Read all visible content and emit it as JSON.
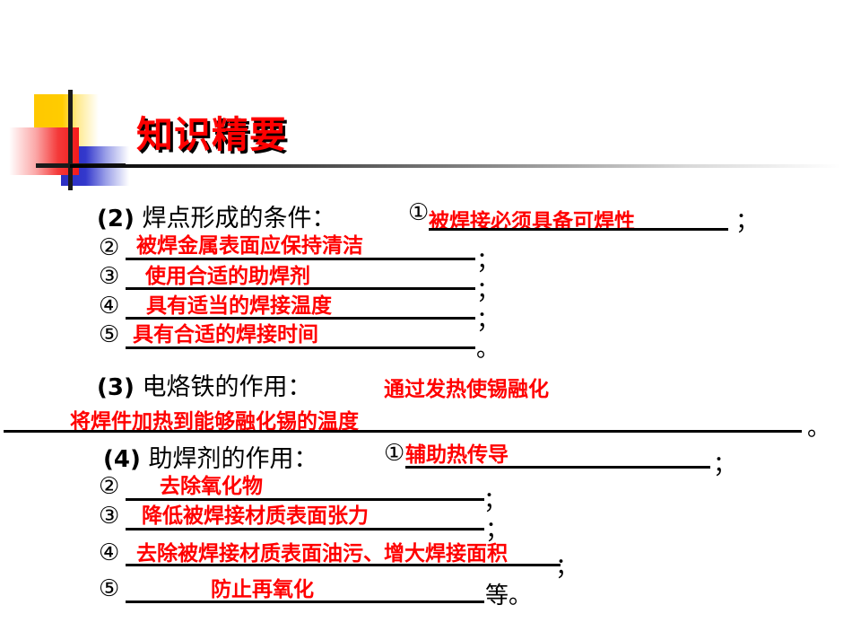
{
  "slide": {
    "title": "知识精要",
    "title_color": "#FF0000",
    "answer_color": "#FF0000",
    "text_color": "#000000"
  },
  "sections": [
    {
      "number": "(2)",
      "heading": "焊点形成的条件：",
      "items": [
        {
          "marker": "①",
          "answer": "被焊接必须具备可焊性",
          "punct": "；"
        },
        {
          "marker": "②",
          "answer": "被焊金属表面应保持清洁",
          "punct": "；"
        },
        {
          "marker": "③",
          "answer": "使用合适的助焊剂",
          "punct": "；"
        },
        {
          "marker": "④",
          "answer": "具有适当的焊接温度",
          "punct": "；"
        },
        {
          "marker": "⑤",
          "answer": "具有合适的焊接时间",
          "punct": "。"
        }
      ]
    },
    {
      "number": "(3)",
      "heading": "电烙铁的作用：",
      "items": [
        {
          "marker": "",
          "answer": "通过发热使锡融化",
          "punct": ""
        },
        {
          "marker": "",
          "answer": "将焊件加热到能够融化锡的温度",
          "punct": "。"
        }
      ]
    },
    {
      "number": "(4)",
      "heading": "助焊剂的作用：",
      "items": [
        {
          "marker": "①",
          "answer": "辅助热传导",
          "punct": "；"
        },
        {
          "marker": "②",
          "answer": "去除氧化物",
          "punct": "；"
        },
        {
          "marker": "③",
          "answer": "降低被焊接材质表面张力",
          "punct": "；"
        },
        {
          "marker": "④",
          "answer": "去除被焊接材质表面油污、增大焊接面积",
          "punct": "；"
        },
        {
          "marker": "⑤",
          "answer": "防止再氧化",
          "punct": "等。"
        }
      ]
    }
  ]
}
